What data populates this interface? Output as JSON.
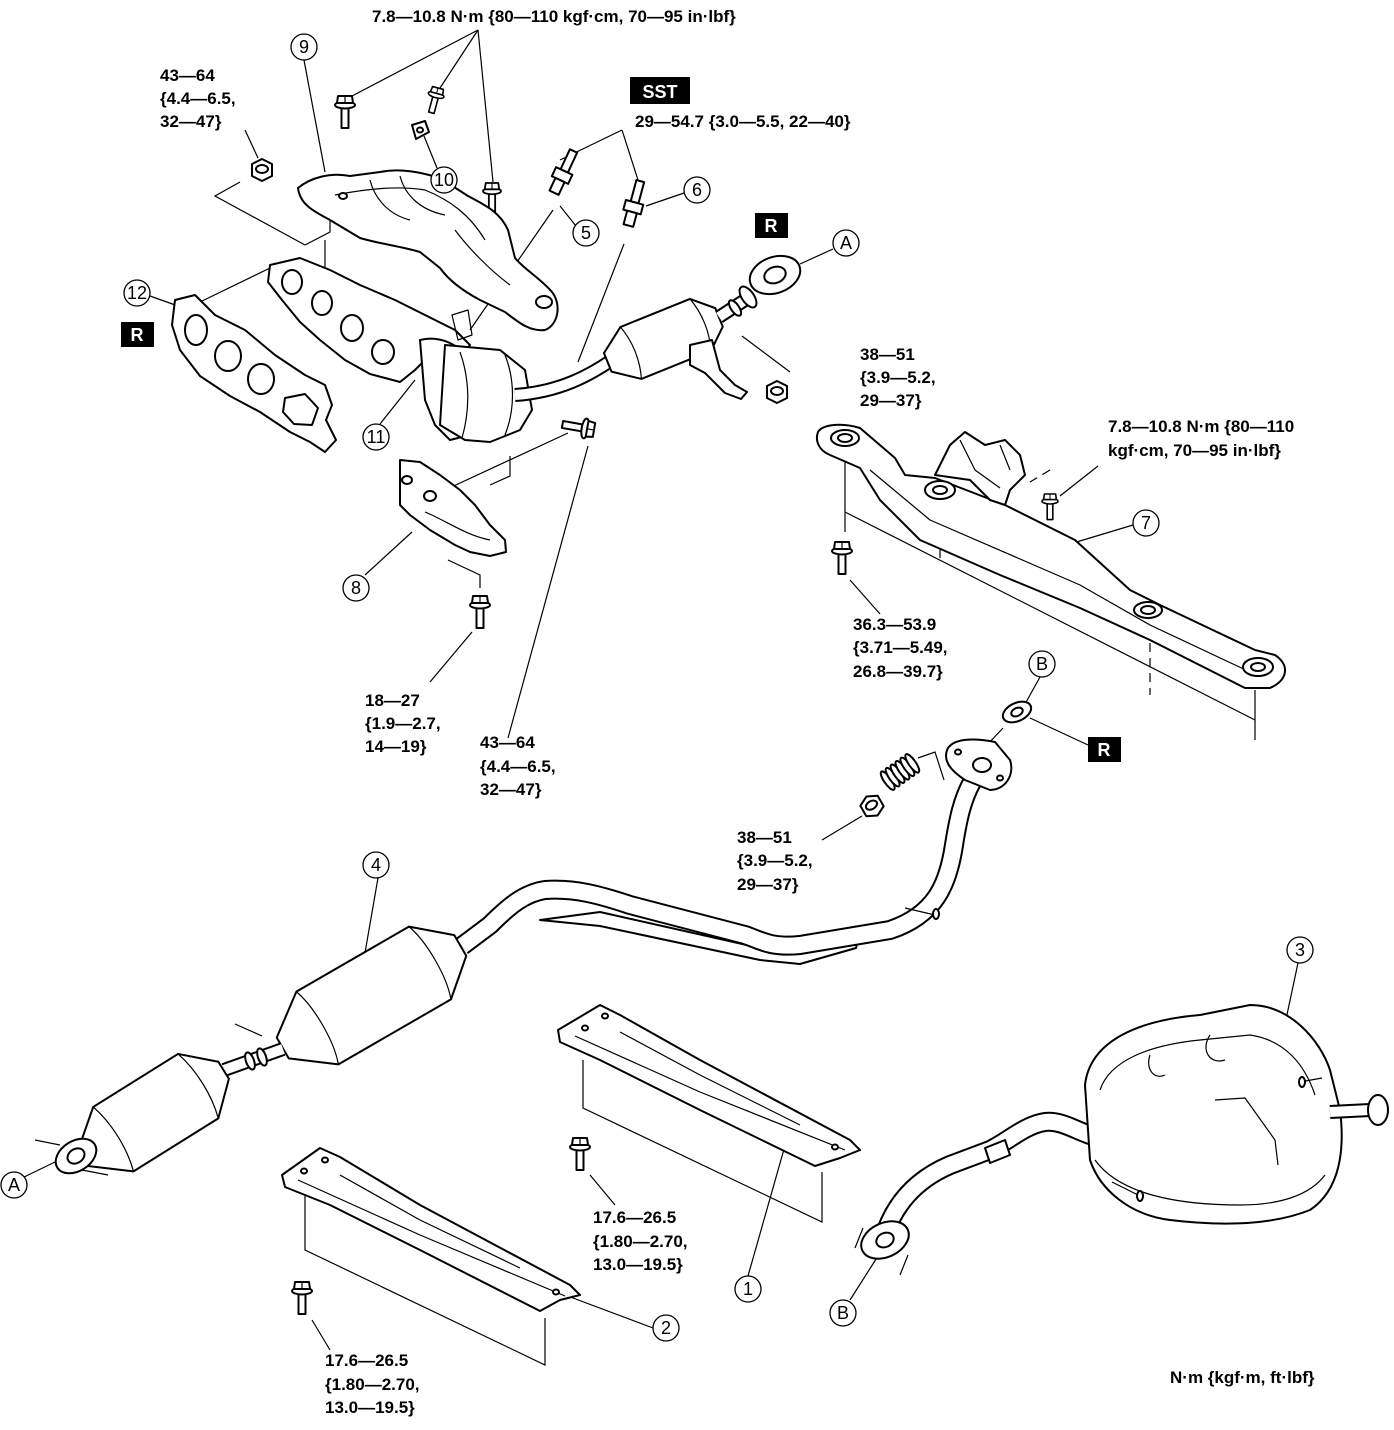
{
  "callouts": {
    "n1": "1",
    "n2": "2",
    "n3": "3",
    "n4": "4",
    "n5": "5",
    "n6": "6",
    "n7": "7",
    "n8": "8",
    "n9": "9",
    "n10": "10",
    "n11": "11",
    "n12": "12"
  },
  "letters": {
    "a": "A",
    "b": "B"
  },
  "badges": {
    "sst": "SST",
    "r": "R"
  },
  "torque": {
    "heat_insulator_bolts": "7.8—10.8 N·m {80—110 kgf·cm, 70—95 in·lbf}",
    "insulator_nut": [
      "43—64",
      "{4.4—6.5,",
      "32—47}"
    ],
    "sensor": "29—54.7 {3.0—5.5, 22—40}",
    "front_pipe_nut": [
      "38—51",
      "{3.9—5.2,",
      "29—37}"
    ],
    "crossmember_small_bolt": [
      "7.8—10.8 N·m {80—110",
      "kgf·cm, 70—95 in·lbf}"
    ],
    "crossmember_bolt": [
      "36.3—53.9",
      "{3.71—5.49,",
      "26.8—39.7}"
    ],
    "bracket_bolt": [
      "18—27",
      "{1.9—2.7,",
      "14—19}"
    ],
    "stay_bolt": [
      "43—64",
      "{4.4—6.5,",
      "32—47}"
    ],
    "middle_pipe_nut": [
      "38—51",
      "{3.9—5.2,",
      "29—37}"
    ],
    "tunnel_member_1_bolt": [
      "17.6—26.5",
      "{1.80—2.70,",
      "13.0—19.5}"
    ],
    "tunnel_member_2_bolt": [
      "17.6—26.5",
      "{1.80—2.70,",
      "13.0—19.5}"
    ]
  },
  "units_note": "N·m {kgf·m, ft·lbf}"
}
